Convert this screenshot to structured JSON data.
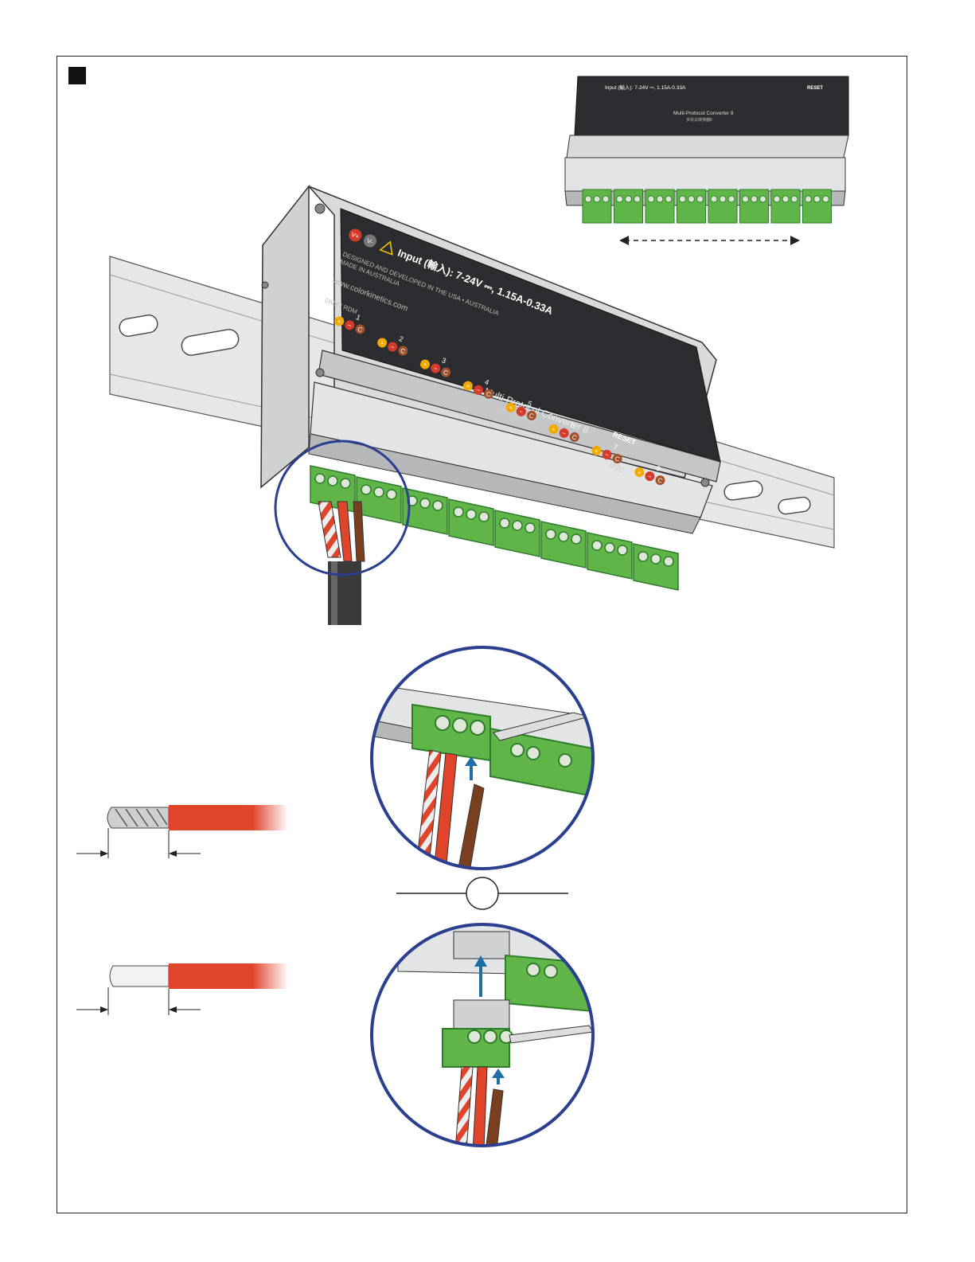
{
  "device": {
    "input_rating": "Input (輸入): 7-24V ⎓, 1.15A-0.33A",
    "design_note": "DESIGNED AND DEVELOPED IN THE USA • AUSTRALIA",
    "made_in": "MADE IN AUSTRALIA",
    "website": "www.colorkinetics.com",
    "port_group_label": "DMX / RDM",
    "product_name": "Multi-Protocol Converter 8",
    "product_name_cn": "多协议转换器8",
    "reset_label": "RESET",
    "ip_rating": "IP20",
    "v_plus": "V+",
    "v_minus": "V-",
    "ports": [
      "1",
      "2",
      "3",
      "4",
      "5",
      "6",
      "7",
      "8"
    ],
    "pin_symbols": [
      "+",
      "−",
      "C"
    ],
    "terminal_block_count": 8
  },
  "colors": {
    "housing": "#d9dadb",
    "housing_dark": "#a9abad",
    "panel": "#2b2d30",
    "terminal_green": "#5fb547",
    "terminal_green_dark": "#2f7d2b",
    "wire_red": "#e0442a",
    "wire_brown": "#7a3f1e",
    "callout_blue": "#2a3f8f",
    "arrow_blue": "#1f6fa6",
    "insulation_white": "#eeeeee"
  }
}
